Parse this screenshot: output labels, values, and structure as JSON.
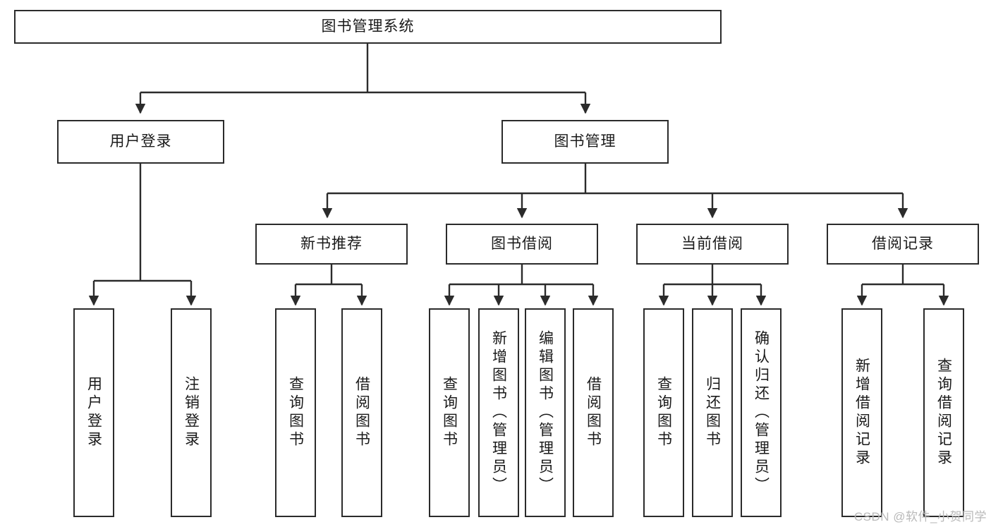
{
  "diagram": {
    "title": "图书管理系统",
    "type": "tree",
    "watermark": "CSDN @软件_小贺同学",
    "colors": {
      "stroke": "#2b2b2b",
      "fill": "#ffffff",
      "text": "#1a1a1a",
      "watermark": "#b9b9b9"
    },
    "nodes": {
      "root": {
        "label": "图书管理系统"
      },
      "level2": [
        {
          "id": "user-login",
          "label": "用户登录"
        },
        {
          "id": "book-manage",
          "label": "图书管理"
        }
      ],
      "level3": [
        {
          "id": "new-book-rec",
          "label": "新书推荐"
        },
        {
          "id": "book-borrow",
          "label": "图书借阅"
        },
        {
          "id": "current-borrow",
          "label": "当前借阅"
        },
        {
          "id": "borrow-record",
          "label": "借阅记录"
        }
      ],
      "leaves": {
        "user-login": [
          {
            "id": "leaf-user-login",
            "label": "用户登录"
          },
          {
            "id": "leaf-user-logout",
            "label": "注销登录"
          }
        ],
        "new-book-rec": [
          {
            "id": "leaf-query-book-1",
            "label": "查询图书"
          },
          {
            "id": "leaf-borrow-book-1",
            "label": "借阅图书"
          }
        ],
        "book-borrow": [
          {
            "id": "leaf-query-book-2",
            "label": "查询图书"
          },
          {
            "id": "leaf-add-book",
            "label": "新增图书（管理员）"
          },
          {
            "id": "leaf-edit-book",
            "label": "编辑图书（管理员）"
          },
          {
            "id": "leaf-borrow-book-2",
            "label": "借阅图书"
          }
        ],
        "current-borrow": [
          {
            "id": "leaf-query-book-3",
            "label": "查询图书"
          },
          {
            "id": "leaf-return-book",
            "label": "归还图书"
          },
          {
            "id": "leaf-confirm-return",
            "label": "确认归还（管理员）"
          }
        ],
        "borrow-record": [
          {
            "id": "leaf-add-record",
            "label": "新增借阅记录"
          },
          {
            "id": "leaf-query-record",
            "label": "查询借阅记录"
          }
        ]
      }
    }
  }
}
